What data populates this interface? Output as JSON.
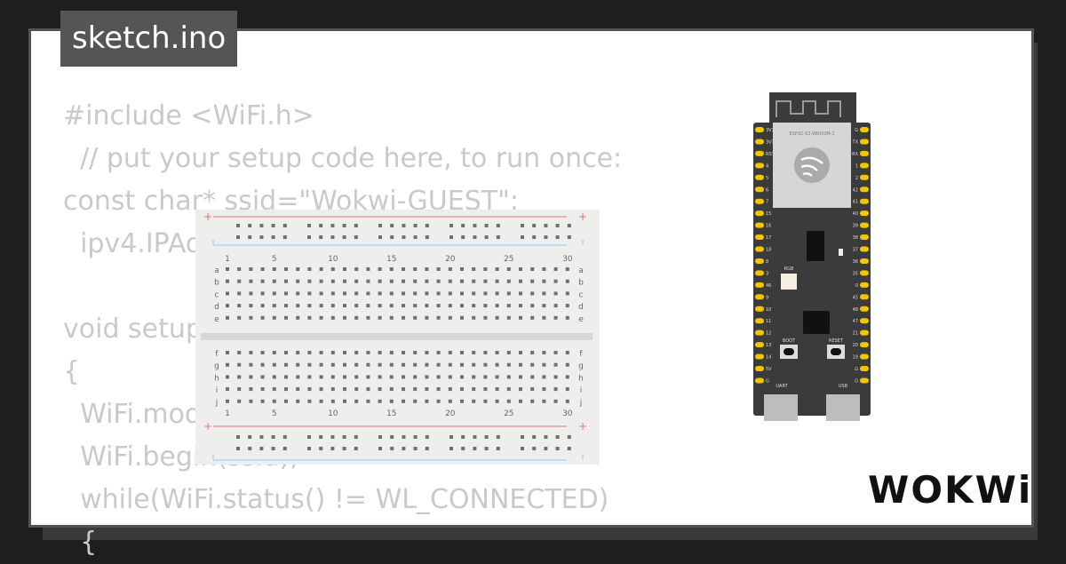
{
  "tab": {
    "label": "sketch.ino"
  },
  "code_lines": [
    "#include <WiFi.h>",
    "  // put your setup code here, to run once:",
    "const char* ssid=\"Wokwi-GUEST\";",
    "  ipv4.IPAddress",
    "",
    "void setup() {",
    "{",
    "  WiFi.mode(",
    "  WiFi.begin(ssid);",
    "  while(WiFi.status() != WL_CONNECTED)",
    "  {"
  ],
  "breadboard": {
    "column_labels": [
      "1",
      "5",
      "10",
      "15",
      "20",
      "25",
      "30"
    ],
    "row_labels_top": [
      "a",
      "b",
      "c",
      "d",
      "e"
    ],
    "row_labels_bottom": [
      "f",
      "g",
      "h",
      "i",
      "j"
    ],
    "rail_plus": "+",
    "rail_minus": "-",
    "colors": {
      "red_rail": "#e57373",
      "blue_rail": "#90caf9",
      "hole": "#6f6f6f",
      "body": "#eeeeec"
    }
  },
  "esp32": {
    "module_label": "ESP32-S3-WROOM-1",
    "left_pins": [
      "3V3",
      "3V3",
      "RST",
      "4",
      "5",
      "6",
      "7",
      "15",
      "16",
      "17",
      "18",
      "8",
      "3",
      "46",
      "9",
      "10",
      "11",
      "12",
      "13",
      "14",
      "5V",
      "G"
    ],
    "right_pins": [
      "G",
      "TX",
      "RX",
      "1",
      "2",
      "42",
      "41",
      "40",
      "39",
      "38",
      "37",
      "36",
      "35",
      "0",
      "45",
      "48",
      "47",
      "21",
      "20",
      "19",
      "G",
      "G"
    ],
    "rgb_label": "RGB",
    "boot_label": "BOOT",
    "reset_label": "RESET",
    "uart_label": "UART",
    "usb_label": "USB",
    "logo_icon": "espressif-logo-icon",
    "colors": {
      "board": "#3b3b3b",
      "pin": "#f2c600",
      "module": "#d6d6d6"
    }
  },
  "brand": {
    "logo_text": "WOKWi",
    "logo_icon": "wokwi-logo-icon"
  }
}
